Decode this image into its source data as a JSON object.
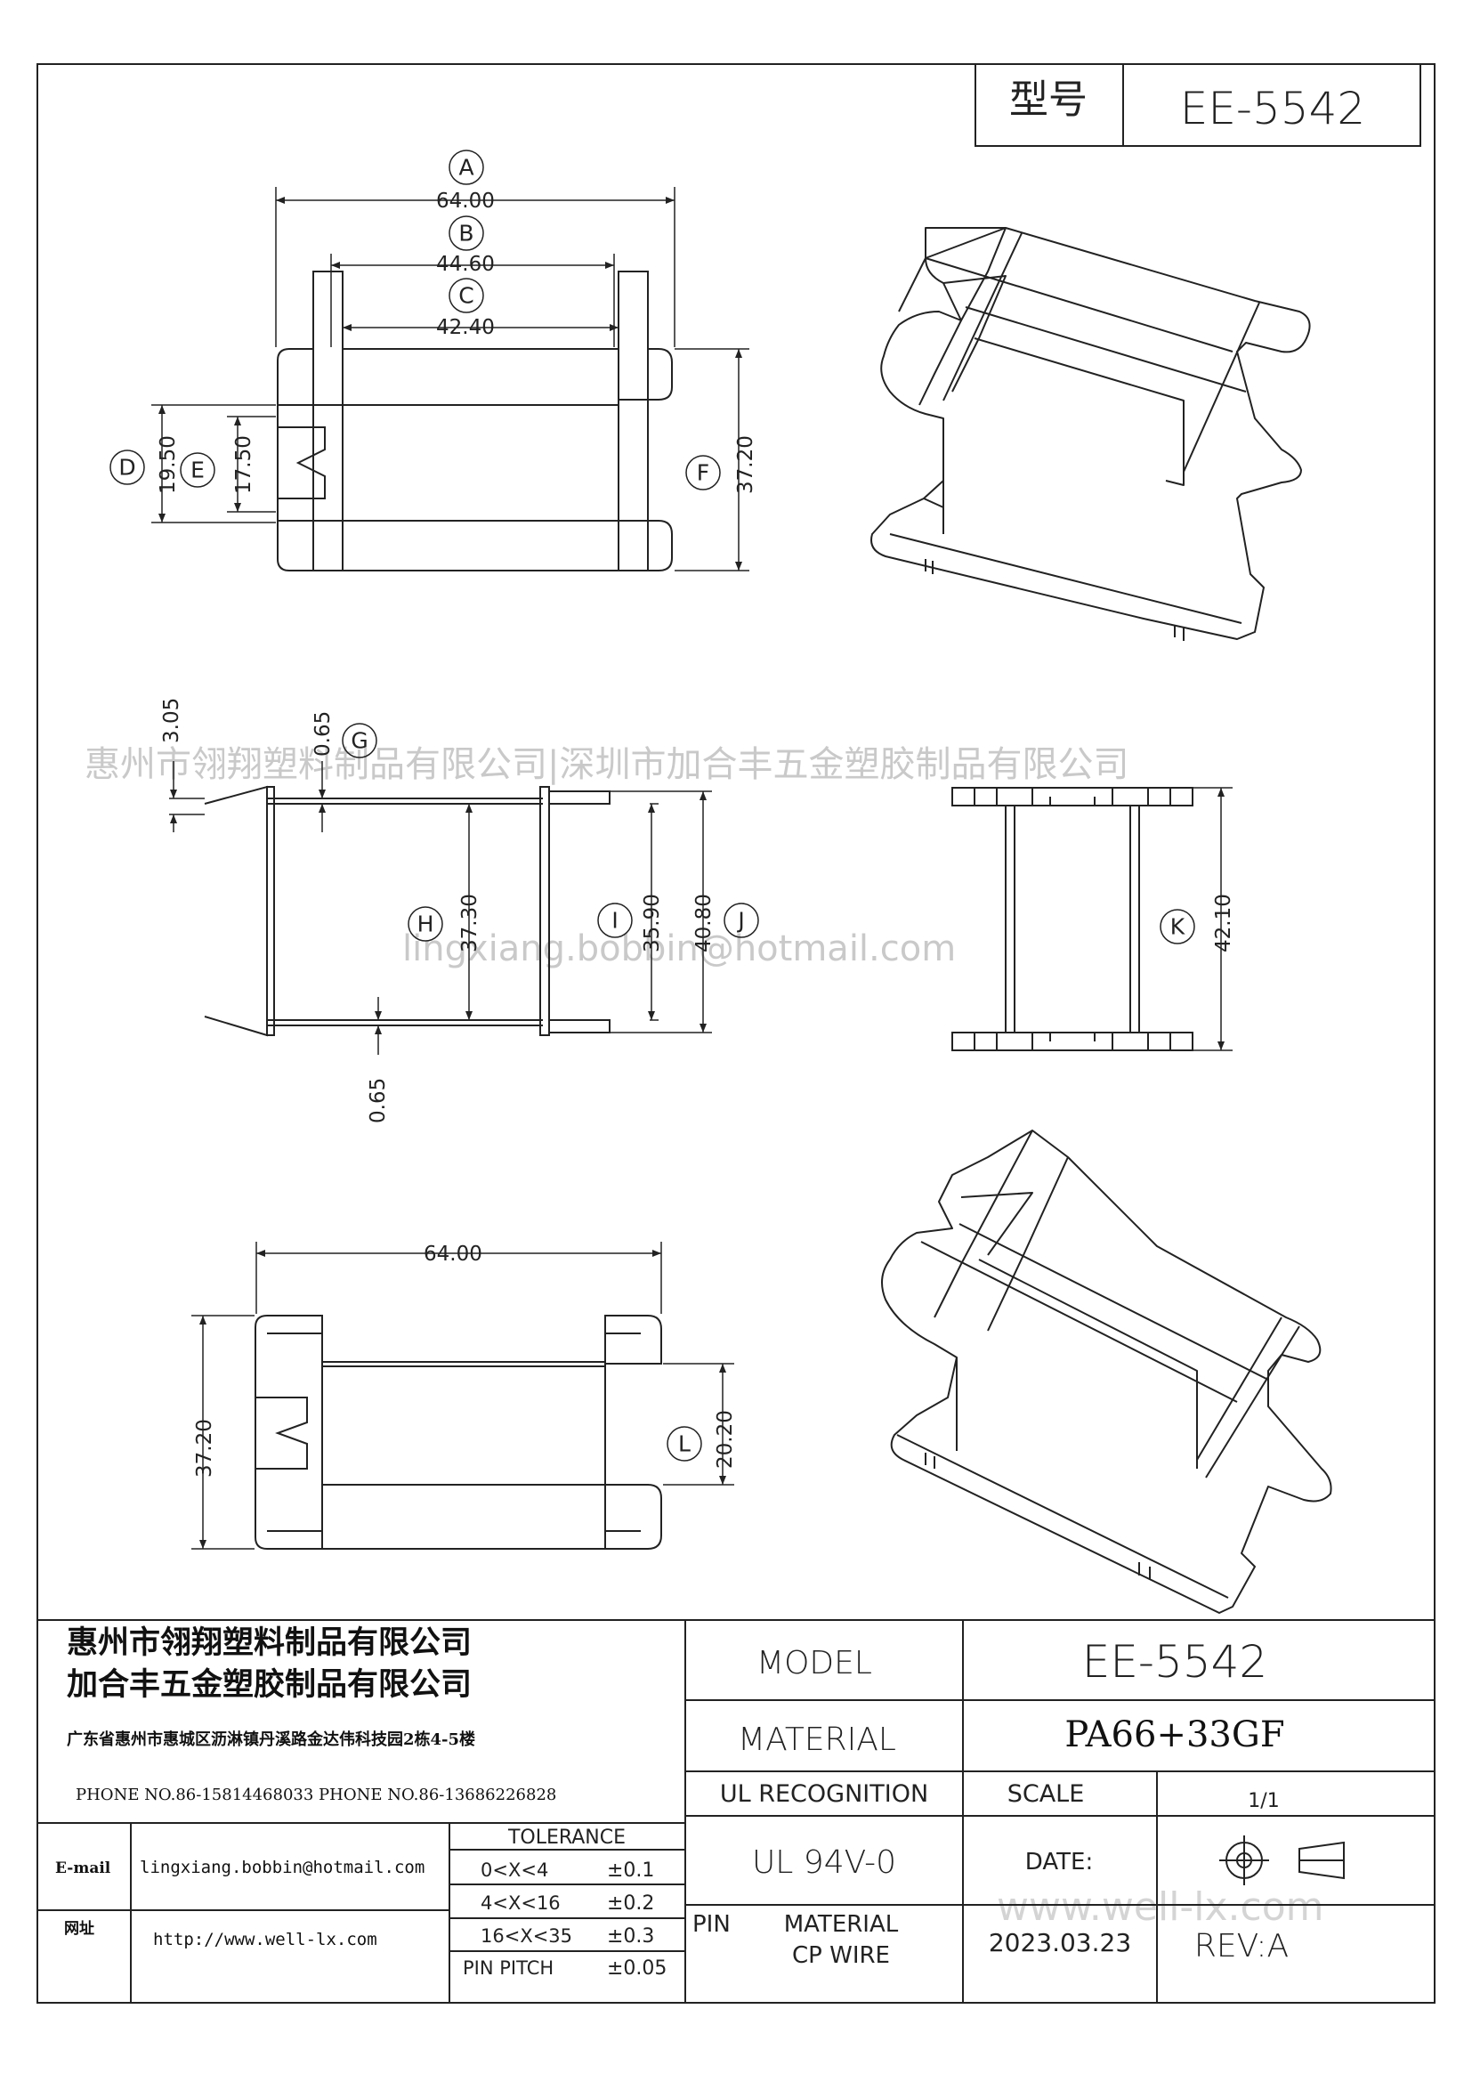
{
  "header": {
    "model_label": "型号",
    "model_value": "EE-5542"
  },
  "watermarks": {
    "company": "惠州市翎翔塑料制品有限公司|深圳市加合丰五金塑胶制品有限公司",
    "email": "lingxiang.bobbin@hotmail.com",
    "site": "www.well-lx.com"
  },
  "top_view": {
    "dims": [
      {
        "id": "A",
        "value": "64.00"
      },
      {
        "id": "B",
        "value": "44.60"
      },
      {
        "id": "C",
        "value": "42.40"
      },
      {
        "id": "D",
        "value": "19.50"
      },
      {
        "id": "E",
        "value": "17.50"
      },
      {
        "id": "F",
        "value": "37.20"
      }
    ]
  },
  "side_view": {
    "dims": [
      {
        "value": "3.05"
      },
      {
        "id": "G",
        "value": "0.65"
      },
      {
        "value": "0.65"
      },
      {
        "id": "H",
        "value": "37.30"
      },
      {
        "id": "I",
        "value": "35.90"
      },
      {
        "id": "J",
        "value": "40.80"
      },
      {
        "id": "K",
        "value": "42.10"
      }
    ]
  },
  "bottom_view": {
    "dims": [
      {
        "value": "64.00"
      },
      {
        "value": "37.20"
      },
      {
        "id": "L",
        "value": "20.20"
      }
    ]
  },
  "title_block": {
    "company_1": "惠州市翎翔塑料制品有限公司",
    "company_2": "加合丰五金塑胶制品有限公司",
    "address": "广东省惠州市惠城区沥淋镇丹溪路金达伟科技园2栋4-5楼",
    "phones": "PHONE NO.86-15814468033   PHONE NO.86-13686226828",
    "email_label": "E-mail",
    "email_value": "lingxiang.bobbin@hotmail.com",
    "web_label": "网址",
    "web_value": "http://www.well-lx.com",
    "tolerance": {
      "title": "TOLERANCE",
      "rows": [
        {
          "range": "0<X<4",
          "value": "±0.1"
        },
        {
          "range": "4<X<16",
          "value": "±0.2"
        },
        {
          "range": "16<X<35",
          "value": "±0.3"
        },
        {
          "range": "PIN PITCH",
          "value": "±0.05"
        }
      ]
    },
    "model_label": "MODEL",
    "model_value": "EE-5542",
    "material_label": "MATERIAL",
    "material_value": "PA66+33GF",
    "ul_label": "UL RECOGNITION",
    "scale_label": "SCALE",
    "scale_value": "1/1",
    "ul_value": "UL 94V-0",
    "date_label": "DATE:",
    "pin_label": "PIN",
    "pin_material": "MATERIAL",
    "pin_wire": "CP WIRE",
    "date_value": "2023.03.23",
    "rev": "REV:A"
  }
}
